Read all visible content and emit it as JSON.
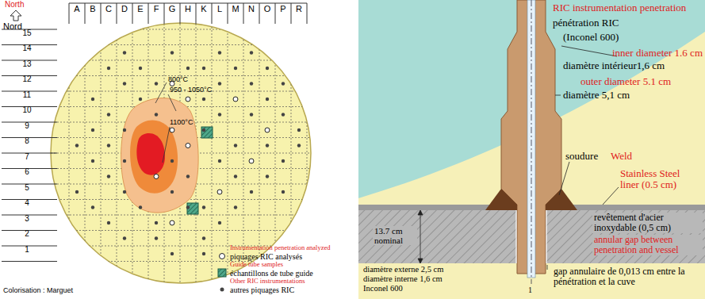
{
  "diagram": {
    "labels": [
      "North",
      "Nord",
      "A",
      "B",
      "C",
      "D",
      "E",
      "F",
      "G",
      "H",
      "K",
      "L",
      "M",
      "N",
      "O",
      "P",
      "R",
      "15",
      "14",
      "13",
      "12",
      "11",
      "10",
      "9",
      "8",
      "7",
      "6",
      "5",
      "4",
      "3",
      "2",
      "1",
      "800°C",
      "950 - 1050°C",
      "1100°C",
      "Instrumentation penetration analyzed",
      "Guide tube samples",
      "Other RIC instrumentations",
      "Colorisation : Marguet",
      "RIC instrumentation penetration",
      "pénétration RIC",
      "(Inconel 600)",
      "inner diameter 1.6 cm",
      "diamètre intérieur1,6 cm",
      "outer diameter 5.1 cm",
      "diamètre 5,1 cm",
      "soudure",
      "Weld",
      "Stainless Steel liner (0.5 cm)",
      "revêtement d'acier inoxydable (0,5 cm)",
      "annular gap between penetration and vessel",
      "13.7 cm nominal",
      "diamètre externe 2,5 cm",
      "diamètre interne 1,6 cm",
      "Inconel 600",
      "gap annulaire de 0,013 cm entre la pénétration et la cuve",
      "1"
    ],
    "legend": [
      {
        "text": "piquages RIC analysés"
      },
      {
        "text": "échantillons de tube guide"
      },
      {
        "text": "autres piquages RIC"
      }
    ]
  }
}
